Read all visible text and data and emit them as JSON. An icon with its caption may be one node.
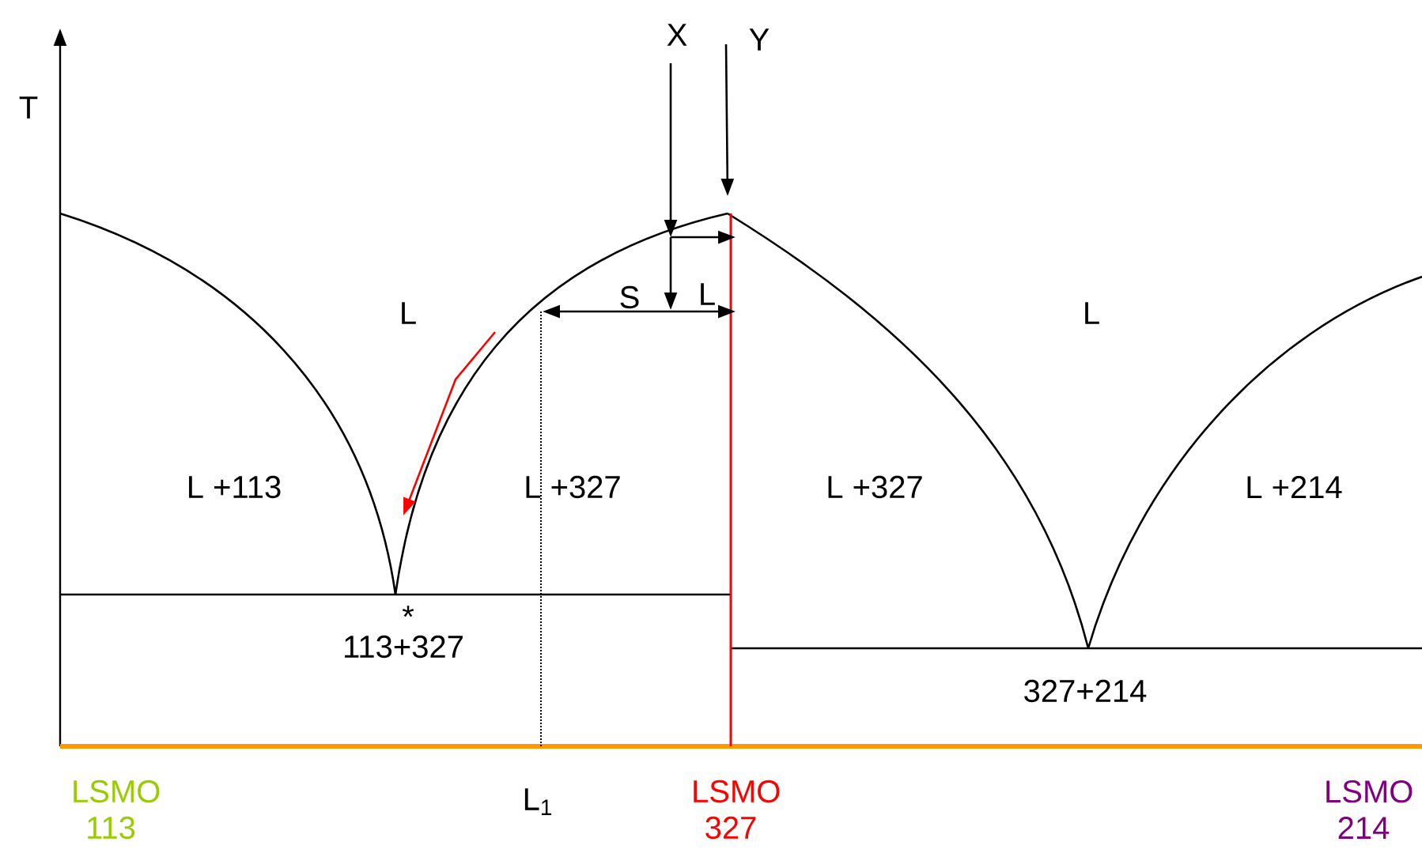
{
  "diagram": {
    "labels": [
      "T",
      "X",
      "Y",
      "L",
      "S",
      "L",
      "L",
      "L +113",
      "L +327",
      "L +327",
      "L +214",
      "*",
      "113+327",
      "327+214",
      "LSMO 113",
      "L$_{1}$",
      "LSMO 327",
      "LSMO 214"
    ]
  }
}
